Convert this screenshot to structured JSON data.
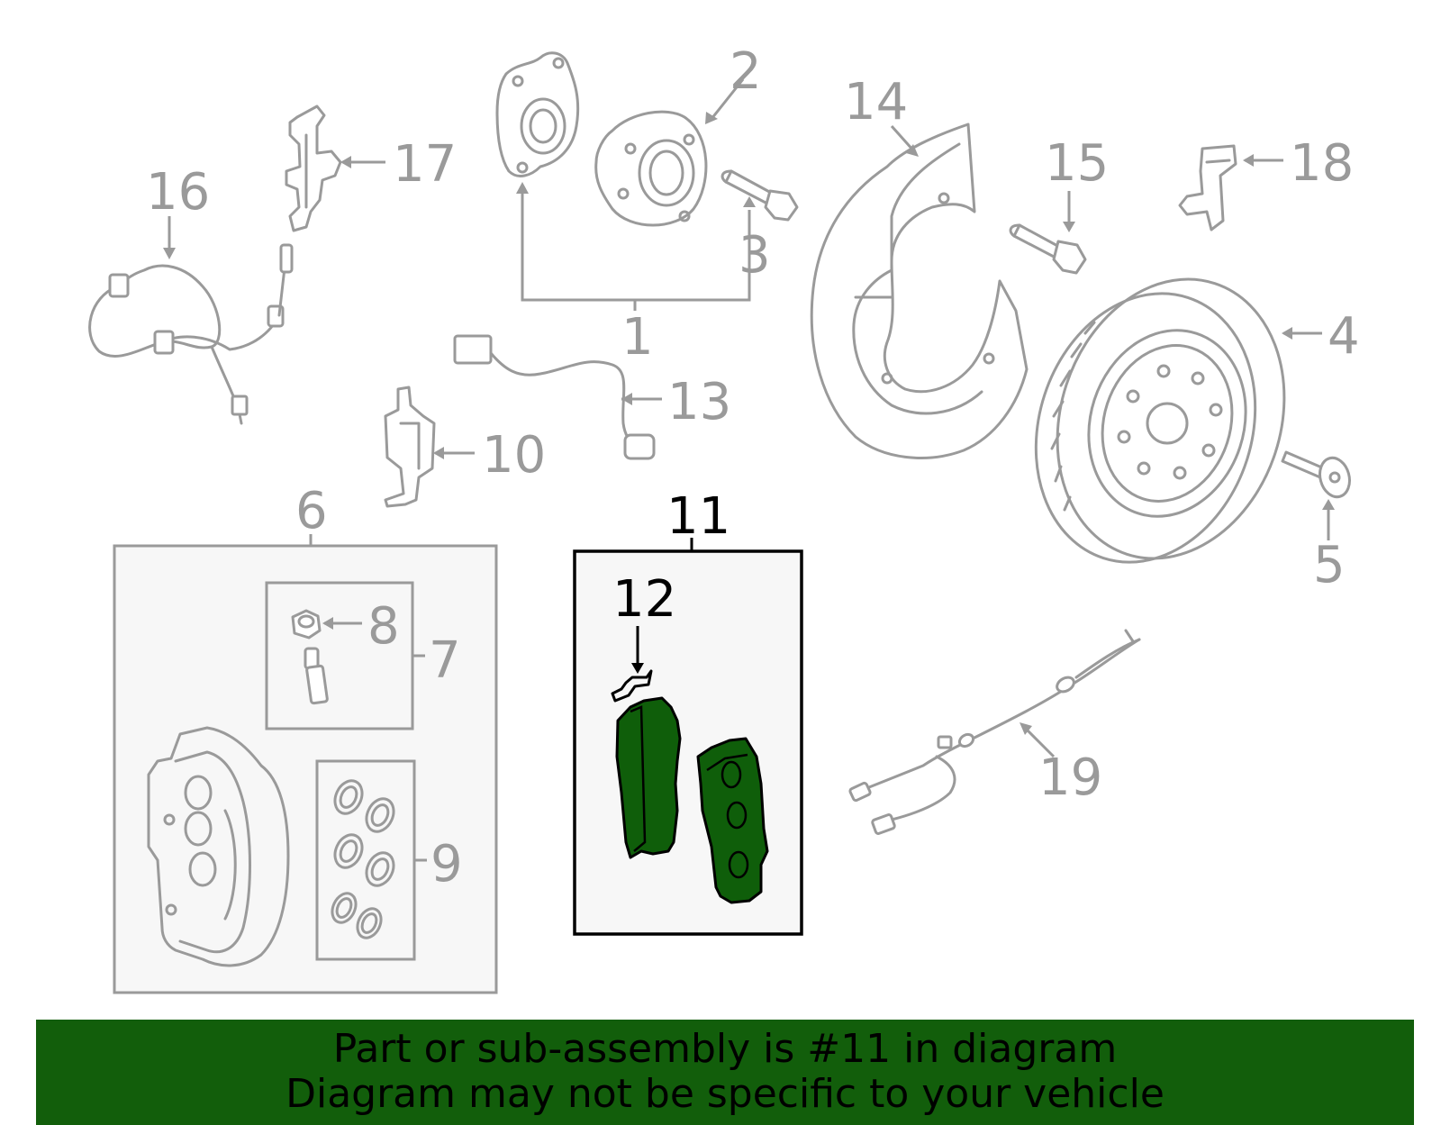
{
  "labels": {
    "n1": "1",
    "n2": "2",
    "n3": "3",
    "n4": "4",
    "n5": "5",
    "n6": "6",
    "n7": "7",
    "n8": "8",
    "n9": "9",
    "n10": "10",
    "n11": "11",
    "n12": "12",
    "n13": "13",
    "n14": "14",
    "n15": "15",
    "n16": "16",
    "n17": "17",
    "n18": "18",
    "n19": "19"
  },
  "highlight": {
    "part_number": "11",
    "color": "#125e0b"
  },
  "banner": {
    "line1": "Part or sub-assembly is #11 in diagram",
    "line2": "Diagram may not be specific to your vehicle"
  }
}
